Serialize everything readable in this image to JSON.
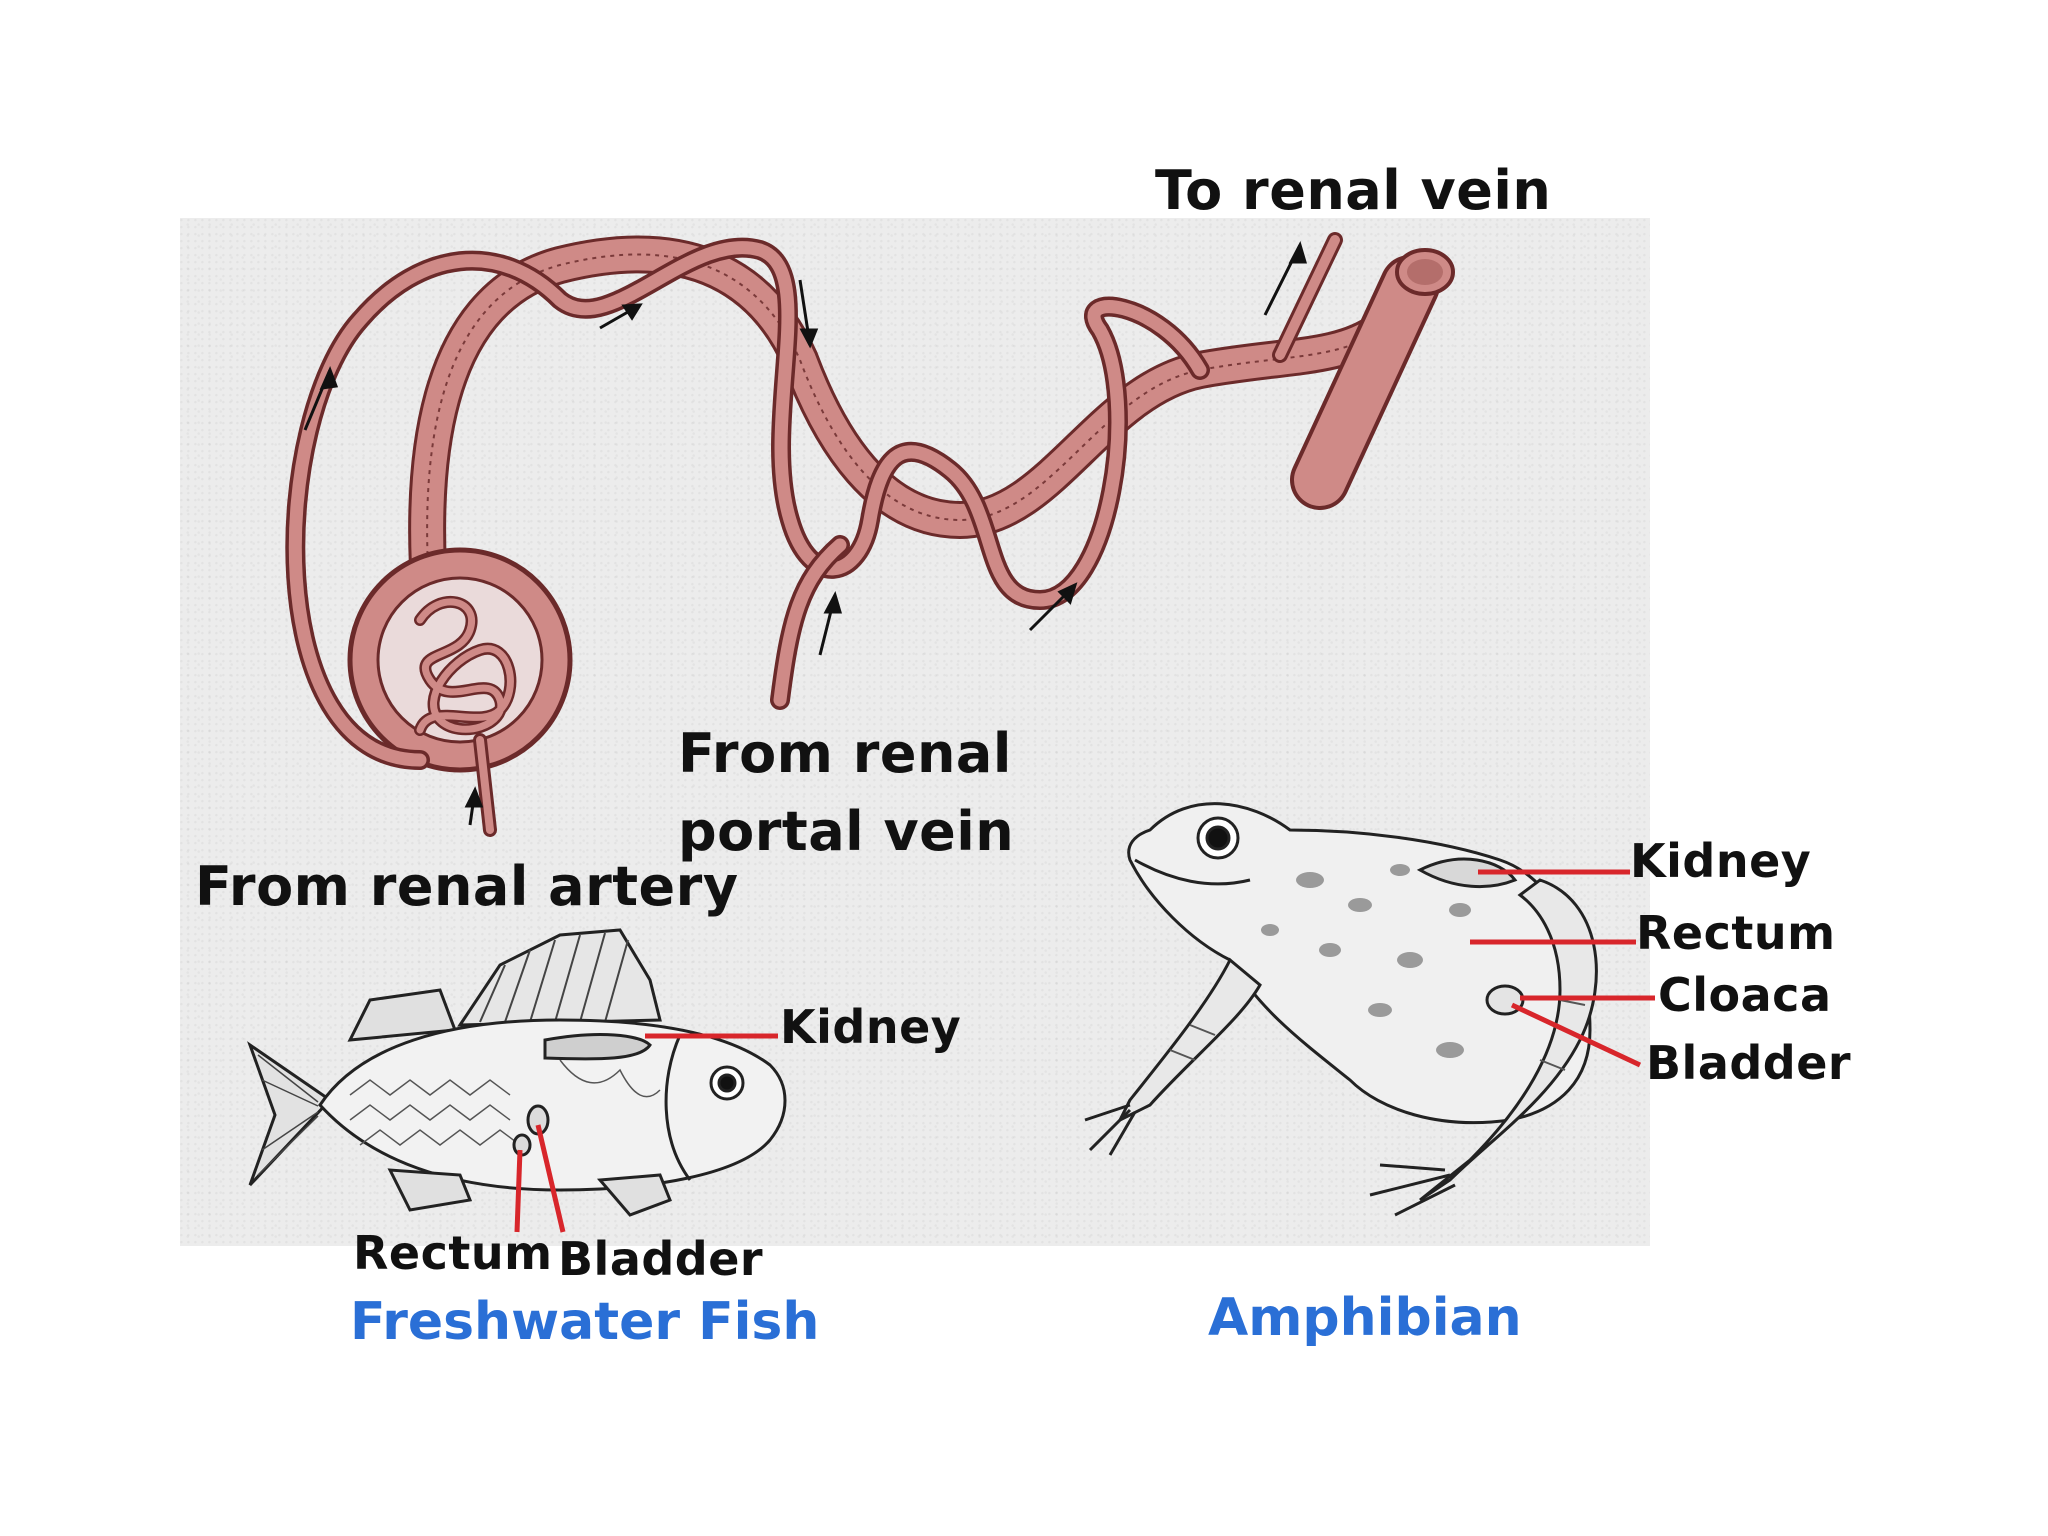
{
  "colors": {
    "vessel_fill": "#cf8a87",
    "vessel_stroke": "#6b2a2a",
    "pointer_red": "#d8262b",
    "caption_blue": "#2a6fd6"
  },
  "nephron": {
    "to_renal_vein": "To renal vein",
    "from_portal_line1": "From renal",
    "from_portal_line2": "portal vein",
    "from_artery": "From renal artery"
  },
  "fish": {
    "kidney": "Kidney",
    "rectum": "Rectum",
    "bladder": "Bladder",
    "caption": "Freshwater Fish"
  },
  "amphibian": {
    "kidney": "Kidney",
    "rectum": "Rectum",
    "cloaca": "Cloaca",
    "bladder": "Bladder",
    "caption": "Amphibian"
  }
}
